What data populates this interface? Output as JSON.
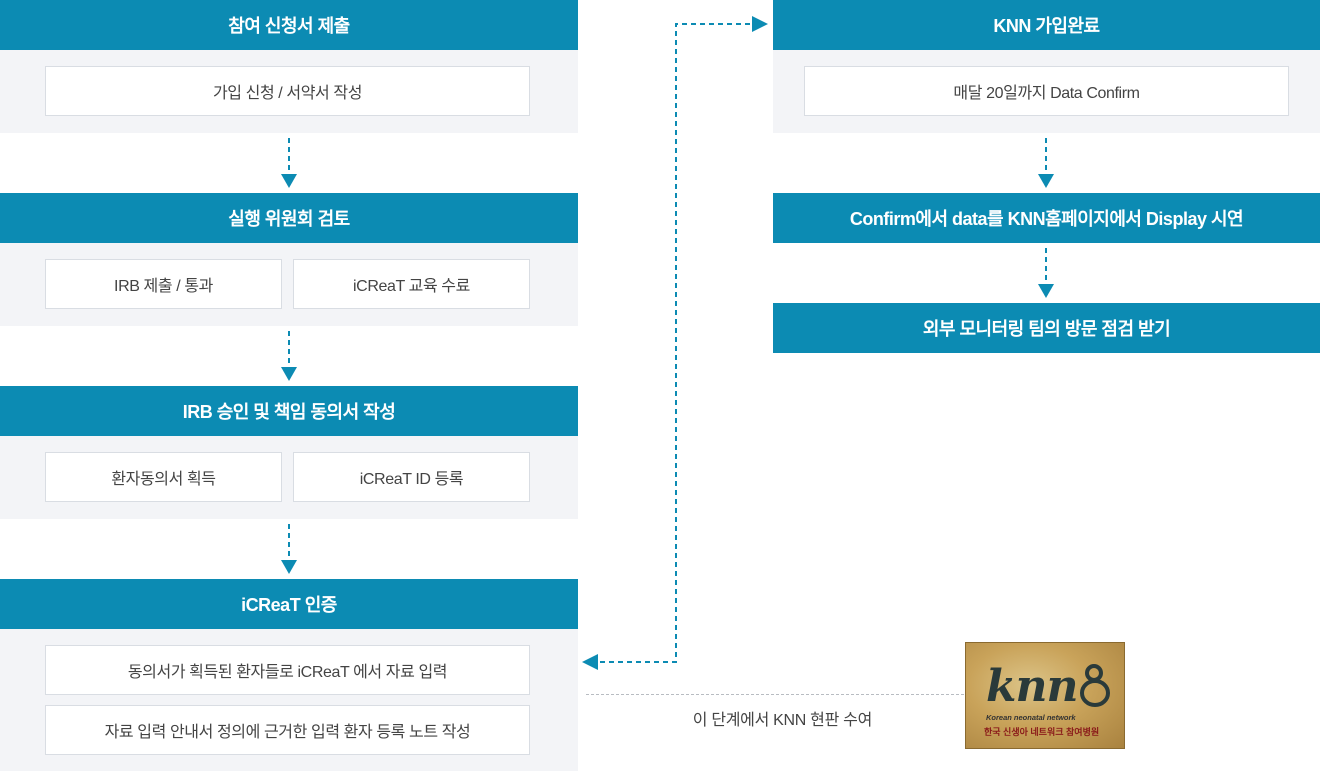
{
  "left_flow": {
    "step1": {
      "title": "참여 신청서 제출",
      "items": [
        "가입 신청 / 서약서 작성"
      ]
    },
    "step2": {
      "title": "실행 위원회 검토",
      "items": [
        "IRB 제출 / 통과",
        "iCReaT 교육 수료"
      ]
    },
    "step3": {
      "title": "IRB 승인 및 책임 동의서 작성",
      "items": [
        "환자동의서 획득",
        "iCReaT ID 등록"
      ]
    },
    "step4": {
      "title": "iCReaT 인증",
      "items": [
        "동의서가 획득된 환자들로 iCReaT 에서 자료 입력",
        "자료 입력 안내서 정의에 근거한 입력 환자 등록 노트 작성"
      ]
    }
  },
  "right_flow": {
    "step1": {
      "title": "KNN 가입완료",
      "items": [
        "매달 20일까지 Data Confirm"
      ]
    },
    "step2": {
      "title": "Confirm에서 data를 KNN홈페이지에서 Display 시연"
    },
    "step3": {
      "title": "외부 모니터링 팀의 방문 점검 받기"
    }
  },
  "plaque_note": "이 단계에서 KNN 현판 수여",
  "logo": {
    "wordmark": "knn",
    "subtitle": "Korean neonatal network",
    "korean": "한국 신생아 네트워크 참여병원"
  },
  "colors": {
    "accent": "#0c8bb3",
    "panel_bg": "#f3f4f7",
    "box_border": "#d9dde3"
  }
}
